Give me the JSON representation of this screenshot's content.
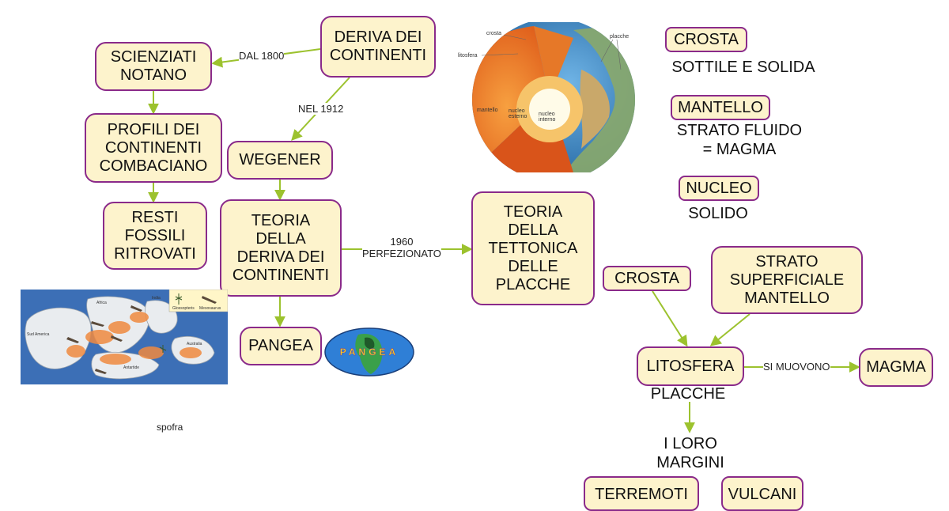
{
  "nodes": {
    "deriva_continenti": "DERIVA DEI\nCONTINENTI",
    "scienziati_notano": "SCIENZIATI\nNOTANO",
    "profili": "PROFILI DEI\nCONTINENTI\nCOMBACIANO",
    "resti_fossili": "RESTI\nFOSSILI\nRITROVATI",
    "wegener": "WEGENER",
    "teoria_deriva": "TEORIA\nDELLA\nDERIVA DEI\nCONTINENTI",
    "pangea": "PANGEA",
    "teoria_tettonica": "TEORIA\nDELLA\nTETTONICA\nDELLE\nPLACCHE",
    "crosta_legend": "CROSTA",
    "mantello_legend": "MANTELLO",
    "nucleo_legend": "NUCLEO",
    "crosta": "CROSTA",
    "strato_superficiale": "STRATO\nSUPERFICIALE\nMANTELLO",
    "litosfera": "LITOSFERA",
    "magma": "MAGMA",
    "terremoti": "TERREMOTI",
    "vulcani": "VULCANI"
  },
  "texts": {
    "crosta_desc": "SOTTILE E SOLIDA",
    "mantello_desc": "STRATO FLUIDO\n= MAGMA",
    "nucleo_desc": "SOLIDO",
    "placche": "PLACCHE",
    "loro_margini": "I LORO\nMARGINI",
    "author": "spofra"
  },
  "edge_labels": {
    "dal_1800": "DAL 1800",
    "nel_1912": "NEL 1912",
    "perfezionato": "1960\nPERFEZIONATO",
    "si_muovono": "SI MUOVONO"
  },
  "earth_labels": {
    "crosta": "crosta",
    "litosfera": "litosfera",
    "placche": "placche",
    "mantello": "mantello",
    "nucleo_esterno": "nucleo\nesterno",
    "nucleo_interno": "nucleo\ninterno"
  },
  "fossil_map_labels": {
    "africa": "Africa",
    "india": "India",
    "sud_america": "Sud America",
    "australia": "Australia",
    "antartide": "Antartide",
    "glossopteris": "Glossopteris",
    "mesosaurus": "Mesosaurus"
  },
  "pangea_logo_text": "PANGEA",
  "colors": {
    "node_fill": "#fdf3cc",
    "node_border": "#8a2a8a",
    "edge": "#9cc22e"
  }
}
